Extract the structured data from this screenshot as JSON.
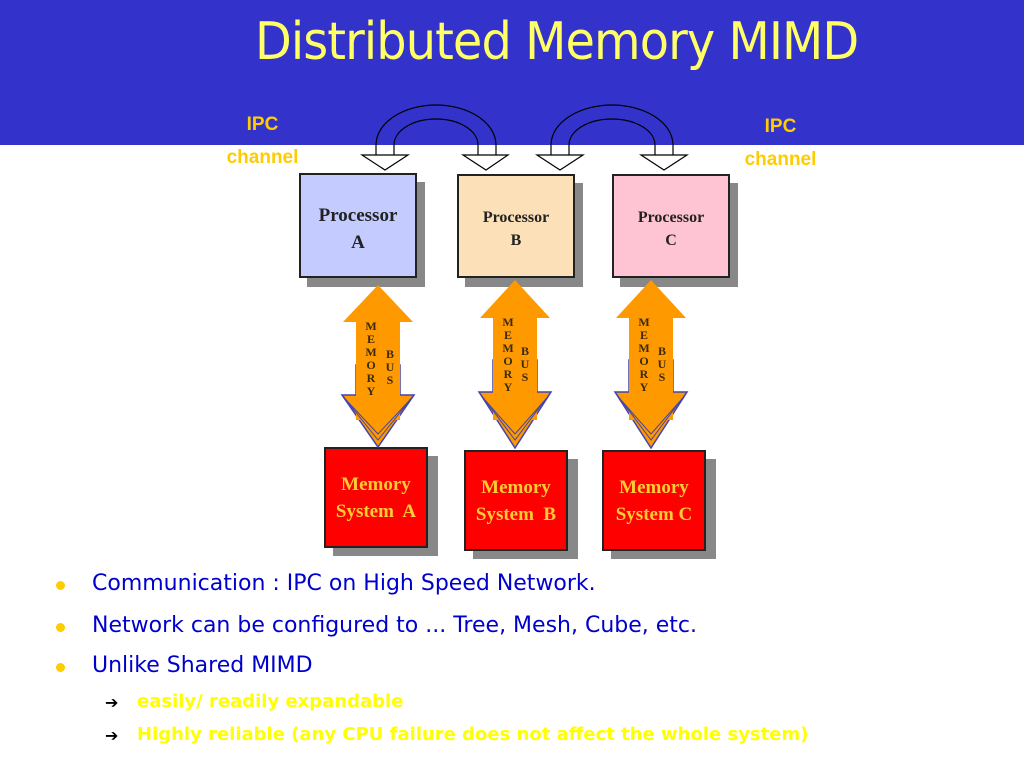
{
  "slide": {
    "title": "Distributed Memory MIMD",
    "colors": {
      "header_bg": "#3333cc",
      "title": "#ffff66",
      "ipc_label": "#ffcc00",
      "processor_a": "#c4ccff",
      "processor_b": "#fce0b8",
      "processor_c": "#ffc4d4",
      "memory": "#ff0000",
      "memory_text": "#ffcc33",
      "bus": "#ff9900",
      "bullet_text": "#0000cc",
      "sub_bullet_text": "#ffff00"
    }
  },
  "diagram": {
    "ipc_left": {
      "line1": "IPC",
      "line2": "channel"
    },
    "ipc_right": {
      "line1": "IPC",
      "line2": "channel"
    },
    "processors": [
      {
        "line1": "Processor",
        "line2": "A"
      },
      {
        "line1": "Processor",
        "line2": "B"
      },
      {
        "line1": "Processor",
        "line2": "C"
      }
    ],
    "bus": {
      "word1": [
        "M",
        "E",
        "M",
        "O",
        "R",
        "Y"
      ],
      "word2": [
        "B",
        "U",
        "S"
      ]
    },
    "memories": [
      {
        "line1": "Memory",
        "line2": "System  A"
      },
      {
        "line1": "Memory",
        "line2": "System  B"
      },
      {
        "line1": "Memory",
        "line2": "System C"
      }
    ]
  },
  "bullets": [
    {
      "text": "Communication : IPC on High Speed Network."
    },
    {
      "text": "Network can be configured to ... Tree, Mesh, Cube, etc."
    },
    {
      "text": "Unlike Shared MIMD"
    }
  ],
  "sub_bullets": [
    {
      "icon": "arrow-right-icon",
      "glyph": "➔",
      "text": "easily/ readily expandable"
    },
    {
      "icon": "arrow-right-icon",
      "glyph": "➔",
      "text": "Highly reliable (any CPU  failure does not affect the whole system)"
    }
  ]
}
